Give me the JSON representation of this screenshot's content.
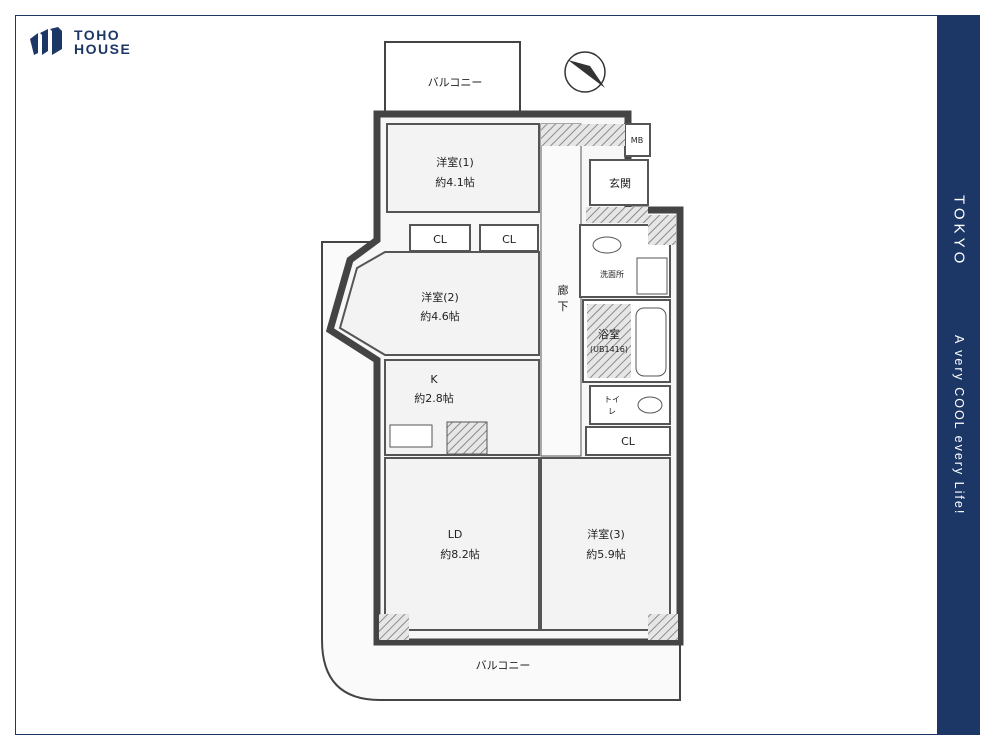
{
  "brand": {
    "logo_line1": "TOHO",
    "logo_line2": "HOUSE"
  },
  "sidebar": {
    "title": "TOKYO",
    "tagline": "A very COOL every Life!"
  },
  "colors": {
    "navy": "#1c3766",
    "wall": "#555555",
    "hatch": "#9a9a9a"
  },
  "plan": {
    "balcony_top": "バルコニー",
    "balcony_bottom": "バルコニー",
    "rooms": {
      "western1": {
        "name": "洋室(1)",
        "size": "約4.1帖"
      },
      "western2": {
        "name": "洋室(2)",
        "size": "約4.6帖"
      },
      "western3": {
        "name": "洋室(3)",
        "size": "約5.9帖"
      },
      "kitchen": {
        "name": "K",
        "size": "約2.8帖"
      },
      "living": {
        "name": "LD",
        "size": "約8.2帖"
      },
      "entrance": "玄関",
      "hallway1": "廊",
      "hallway2": "下",
      "mb": "MB",
      "washroom": "洗面所",
      "bath": {
        "name": "浴室",
        "size": "(UB1416)"
      },
      "toilet1": "トイ",
      "toilet2": "レ",
      "cl1": "CL",
      "cl2": "CL",
      "cl3": "CL"
    }
  }
}
